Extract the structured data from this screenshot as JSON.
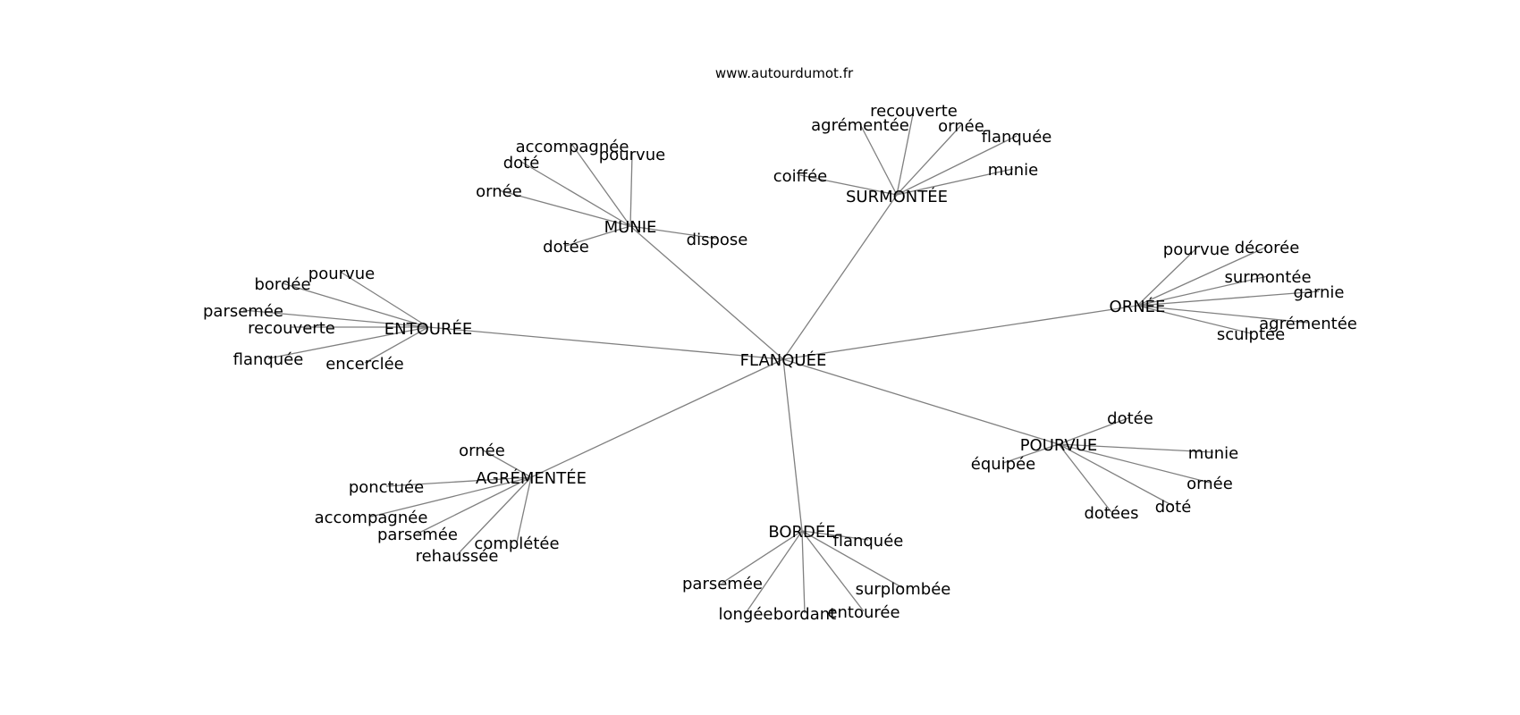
{
  "watermark": "www.autourdumot.fr",
  "colors": {
    "edge": "#808080",
    "text": "#000000",
    "background": "#ffffff"
  },
  "graph": {
    "center": "FLANQUÉE",
    "hubs": [
      {
        "id": "munie",
        "label": "MUNIE",
        "leaves": [
          "accompagnée",
          "doté",
          "pourvue",
          "ornée",
          "dotée",
          "dispose"
        ]
      },
      {
        "id": "surmontee",
        "label": "SURMONTÉE",
        "leaves": [
          "recouverte",
          "agrémentée",
          "ornée",
          "flanquée",
          "coiffée",
          "munie"
        ]
      },
      {
        "id": "ornee",
        "label": "ORNÉE",
        "leaves": [
          "pourvue",
          "décorée",
          "surmontée",
          "garnie",
          "agrémentée",
          "sculptée"
        ]
      },
      {
        "id": "entouree",
        "label": "ENTOURÉE",
        "leaves": [
          "pourvue",
          "bordée",
          "parsemée",
          "recouverte",
          "flanquée",
          "encerclée"
        ]
      },
      {
        "id": "pourvue",
        "label": "POURVUE",
        "leaves": [
          "dotée",
          "munie",
          "équipée",
          "ornée",
          "doté",
          "dotées"
        ]
      },
      {
        "id": "agrementee",
        "label": "AGRÉMENTÉE",
        "leaves": [
          "ornée",
          "ponctuée",
          "accompagnée",
          "parsemée",
          "complétée",
          "rehaussée"
        ]
      },
      {
        "id": "bordee",
        "label": "BORDÉE",
        "leaves": [
          "flanquée",
          "parsemée",
          "surplombée",
          "longée",
          "bordant",
          "entourée"
        ]
      }
    ]
  }
}
